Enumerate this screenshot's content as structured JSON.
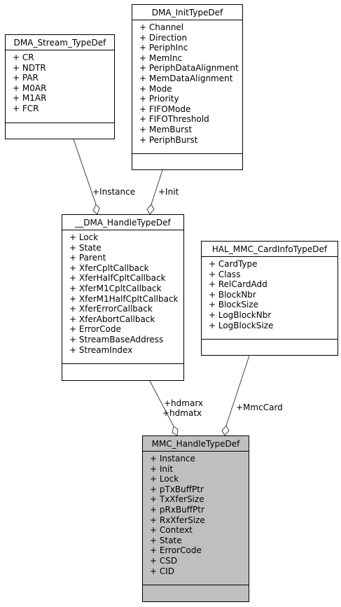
{
  "classes": {
    "dma_stream": {
      "title": "DMA_Stream_TypeDef",
      "fields": [
        "+ CR",
        "+ NDTR",
        "+ PAR",
        "+ M0AR",
        "+ M1AR",
        "+ FCR"
      ]
    },
    "dma_init": {
      "title": "DMA_InitTypeDef",
      "fields": [
        "+ Channel",
        "+ Direction",
        "+ PeriphInc",
        "+ MemInc",
        "+ PeriphDataAlignment",
        "+ MemDataAlignment",
        "+ Mode",
        "+ Priority",
        "+ FIFOMode",
        "+ FIFOThreshold",
        "+ MemBurst",
        "+ PeriphBurst"
      ]
    },
    "dma_handle": {
      "title": "__DMA_HandleTypeDef",
      "fields": [
        "+ Lock",
        "+ State",
        "+ Parent",
        "+ XferCpltCallback",
        "+ XferHalfCpltCallback",
        "+ XferM1CpltCallback",
        "+ XferM1HalfCpltCallback",
        "+ XferErrorCallback",
        "+ XferAbortCallback",
        "+ ErrorCode",
        "+ StreamBaseAddress",
        "+ StreamIndex"
      ]
    },
    "mmc_cardinfo": {
      "title": "HAL_MMC_CardInfoTypeDef",
      "fields": [
        "+ CardType",
        "+ Class",
        "+ RelCardAdd",
        "+ BlockNbr",
        "+ BlockSize",
        "+ LogBlockNbr",
        "+ LogBlockSize"
      ]
    },
    "mmc_handle": {
      "title": "MMC_HandleTypeDef",
      "fields": [
        "+ Instance",
        "+ Init",
        "+ Lock",
        "+ pTxBuffPtr",
        "+ TxXferSize",
        "+ pRxBuffPtr",
        "+ RxXferSize",
        "+ Context",
        "+ State",
        "+ ErrorCode",
        "+ CSD",
        "+ CID"
      ]
    }
  },
  "edge_labels": {
    "instance": "+Instance",
    "init": "+Init",
    "hdmarx": "+hdmarx",
    "hdmatx": "+hdmatx",
    "mmccard": "+MmcCard"
  },
  "colors": {
    "highlight_fill": "#bfbfbf",
    "line": "#404040"
  }
}
